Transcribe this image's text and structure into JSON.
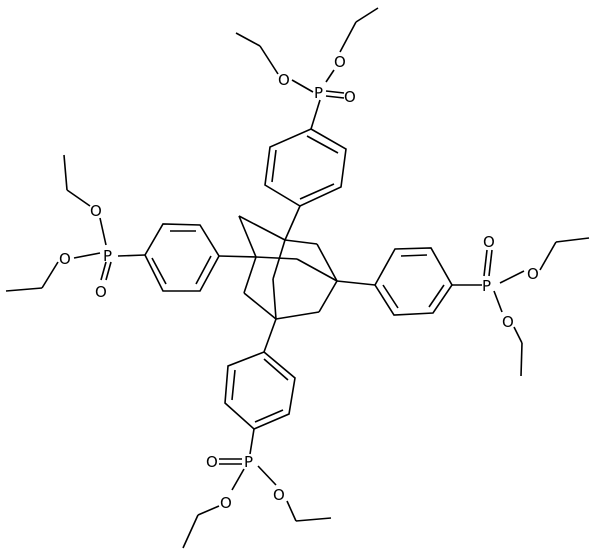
{
  "diagram": {
    "type": "skeletal-structure",
    "atom_labels": {
      "p_top": "P",
      "o_top_ester_left": "O",
      "o_top_ester_right": "O",
      "o_top_double": "O",
      "p_left": "P",
      "o_left_ester_top": "O",
      "o_left_ester_bottom": "O",
      "o_left_double": "O",
      "p_right": "P",
      "o_right_double": "O",
      "o_right_ester_right": "O",
      "o_right_ester_bottom": "O",
      "p_bottom": "P",
      "o_bottom_double": "O",
      "o_bottom_ester_left": "O",
      "o_bottom_ester_right": "O"
    }
  }
}
